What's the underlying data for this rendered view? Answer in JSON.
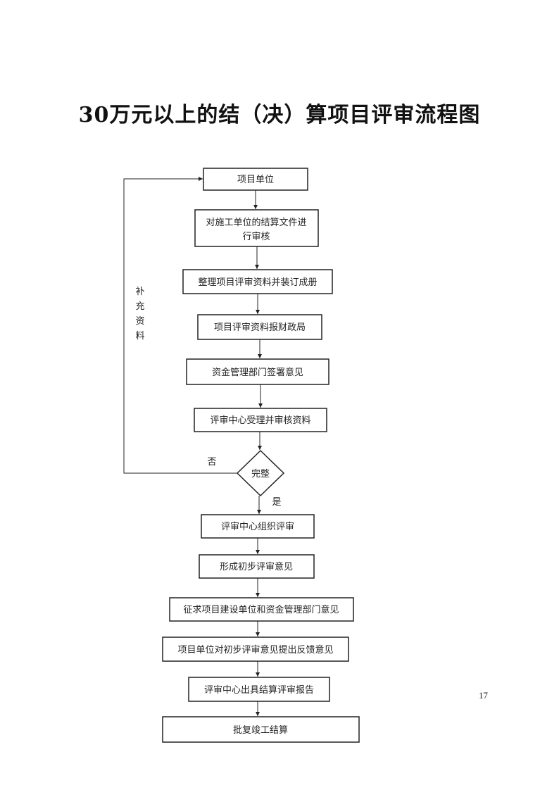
{
  "title": "30万元以上的结（决）算项目评审流程图",
  "page_number": "17",
  "flow": {
    "steps": [
      {
        "label": "项目单位"
      },
      {
        "label": "对施工单位的结算文件进",
        "label2": "行审核"
      },
      {
        "label": "整理项目评审资料并装订成册"
      },
      {
        "label": "项目评审资料报财政局"
      },
      {
        "label": "资金管理部门签署意见"
      },
      {
        "label": "评审中心受理并审核资料"
      },
      {
        "label": "评审中心组织评审"
      },
      {
        "label": "形成初步评审意见"
      },
      {
        "label": "征求项目建设单位和资金管理部门意见"
      },
      {
        "label": "项目单位对初步评审意见提出反馈意见"
      },
      {
        "label": "评审中心出具结算评审报告"
      },
      {
        "label": "批复竣工结算"
      }
    ],
    "decision": {
      "label": "完整",
      "yes": "是",
      "no": "否"
    },
    "loop_label": [
      "补",
      "充",
      "资",
      "料"
    ]
  }
}
